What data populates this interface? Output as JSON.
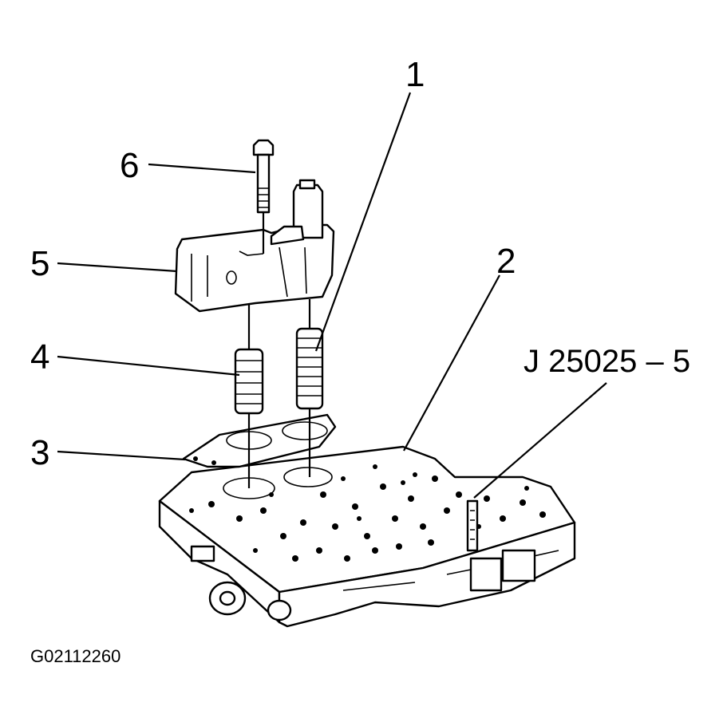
{
  "figure": {
    "callouts": [
      {
        "id": "1",
        "text": "1"
      },
      {
        "id": "2",
        "text": "2"
      },
      {
        "id": "3",
        "text": "3"
      },
      {
        "id": "4",
        "text": "4"
      },
      {
        "id": "5",
        "text": "5"
      },
      {
        "id": "6",
        "text": "6"
      }
    ],
    "tool_label": "J 25025 – 5",
    "figure_id": "G02112260"
  }
}
